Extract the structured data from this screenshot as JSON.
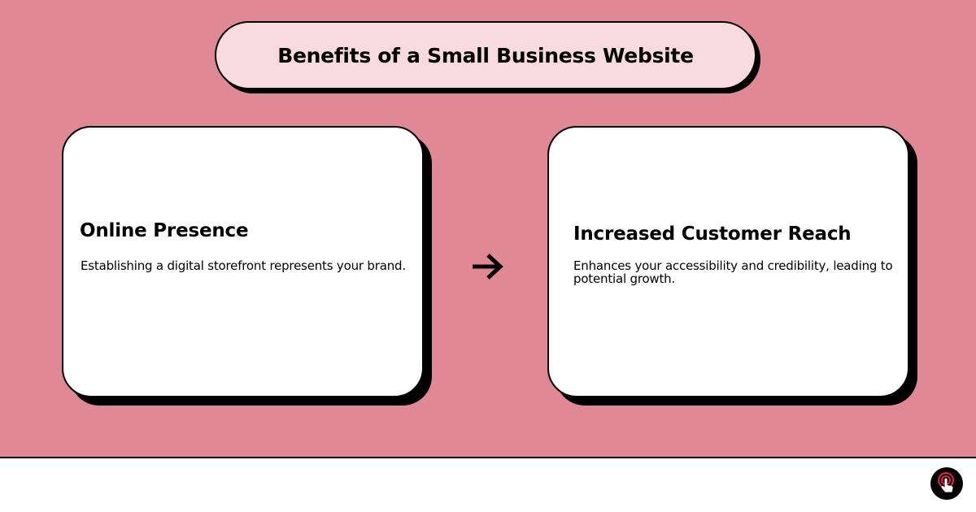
{
  "header": {
    "title": "Benefits of a Small Business Website"
  },
  "cards": [
    {
      "title": "Online Presence",
      "description": "Establishing a digital storefront represents your brand."
    },
    {
      "title": "Increased Customer Reach",
      "description": "Enhances your accessibility and credibility, leading to potential growth."
    }
  ],
  "connector": {
    "icon": "arrow-right-icon"
  },
  "footer": {
    "action_icon": "tap-hand-icon"
  },
  "colors": {
    "background": "#e18896",
    "title_pill": "#f8dbe0",
    "card": "#ffffff",
    "outline": "#000000",
    "accent": "#e0263c"
  }
}
